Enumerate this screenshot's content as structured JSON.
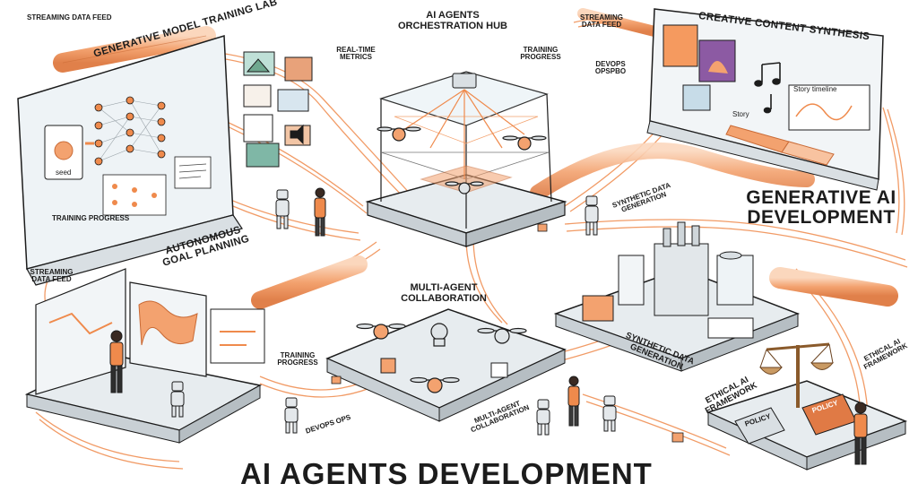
{
  "title": "AI AGENTS DEVELOPMENT",
  "subtitle": "GENERATIVE AI DEVELOPMENT",
  "labels": {
    "streaming_feed_top": "STREAMING DATA FEED",
    "streaming_feed_left": "STREAMING DATA FEED",
    "streaming_feed_right": "STREAMING DATA FEED",
    "hub_title": "AI AGENTS ORCHESTRATION HUB",
    "training_progress_top": "TRAINING PROGRESS",
    "training_progress_left": "TRAINING PROGRESS",
    "training_progress_mid": "TRAINING PROGRESS",
    "realtime_metrics": "REAL-TIME METRICS",
    "devops_top": "DEVOPS OPSPBO",
    "devops_bottom": "DEVOPS OPS",
    "gen_lab": "GENERATIVE MODEL TRAINING LAB",
    "seed": "seed",
    "creative": "CREATIVE CONTENT SYNTHESIS",
    "story_timeline": "Story timeline",
    "story": "Story",
    "synthetic_top": "SYNTHETIC DATA GENERATION",
    "synthetic_bottom": "SYNTHETIC DATA GENERATION",
    "goal_planning": "AUTONOMOUS GOAL PLANNING",
    "multi_agent_top": "MULTI-AGENT COLLABORATION",
    "multi_agent_bottom": "MULTI-AGENT COLLABORATION",
    "ethical_left": "ETHICAL AI FRAMEWORK",
    "ethical_right": "ETHICAL AI FRAMEWORK",
    "book_left": "POLICY",
    "book_right": "POLICY"
  },
  "colors": {
    "accent": "#ef8a4c",
    "pipe": "#f4b48a",
    "ink": "#1c1c1c",
    "glass": "#eef3f6"
  }
}
